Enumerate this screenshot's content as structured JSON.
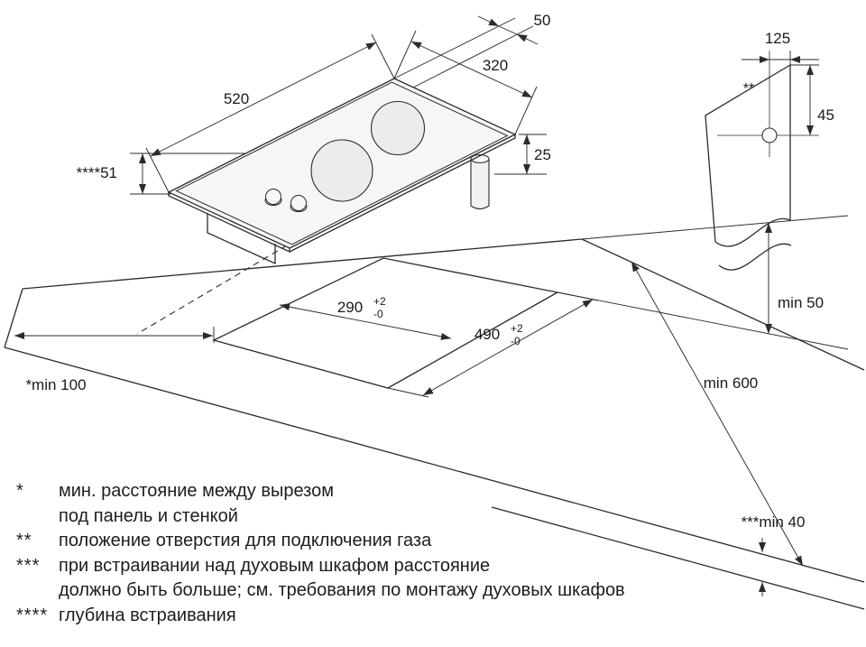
{
  "diagram": {
    "hob": {
      "width": "520",
      "depth": "320",
      "edge_offset": "50",
      "body_height": "25",
      "embed_depth": "****51"
    },
    "detail": {
      "gas_offset": "125",
      "gas_height": "45",
      "gas_marker": "**"
    },
    "cutout": {
      "width": {
        "value": "290",
        "plus": "+2",
        "minus": "-0"
      },
      "length": {
        "value": "490",
        "plus": "+2",
        "minus": "-0"
      }
    },
    "clearances": {
      "rear": "min 50",
      "front": "min 600",
      "side": "*min 100",
      "bottom": "***min 40"
    }
  },
  "footnotes": [
    {
      "marker": "*",
      "lines": [
        "мин. расстояние между вырезом",
        "под панель и стенкой"
      ]
    },
    {
      "marker": "**",
      "lines": [
        "положение отверстия для подключения газа"
      ]
    },
    {
      "marker": "***",
      "lines": [
        "при встраивании над духовым шкафом расстояние",
        "должно быть больше; см. требования по монтажу духовых шкафов"
      ]
    },
    {
      "marker": "****",
      "lines": [
        "глубина встраивания"
      ]
    }
  ],
  "colors": {
    "line": "#2b2b2b",
    "glass_fill": "#f6f6f6",
    "burner_fill": "#ececec",
    "background": "#ffffff"
  }
}
